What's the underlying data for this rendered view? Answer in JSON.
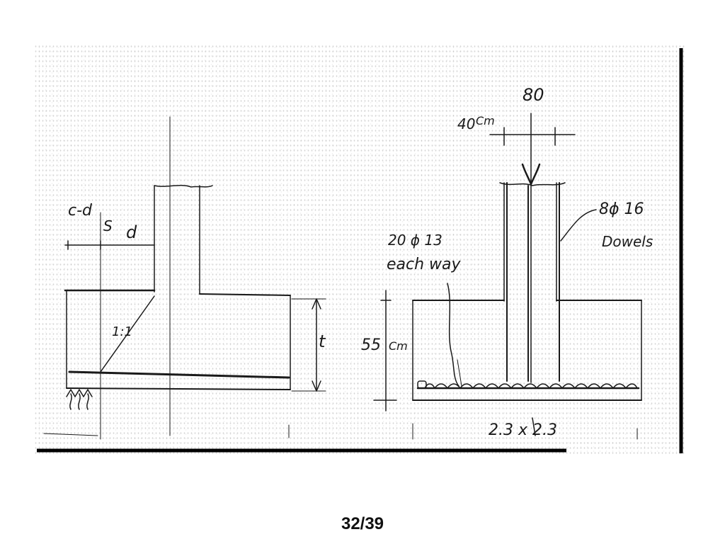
{
  "diagram": {
    "left_section": {
      "labels": {
        "c_minus_d": "c-d",
        "s": "S",
        "d": "d",
        "slope": "1:1",
        "t": "t"
      }
    },
    "right_section": {
      "labels": {
        "dim_80": "80",
        "dim_40": "40",
        "dim_40_unit": "Cm",
        "bars_20": "20 ϕ 13",
        "each_way": "each way",
        "dowels_count": "8ϕ 16",
        "dowels": "Dowels",
        "depth": "55",
        "depth_unit": "Cm",
        "plan_size": "2.3 x 2.3"
      }
    }
  },
  "footer": {
    "page_number": "32/39"
  }
}
